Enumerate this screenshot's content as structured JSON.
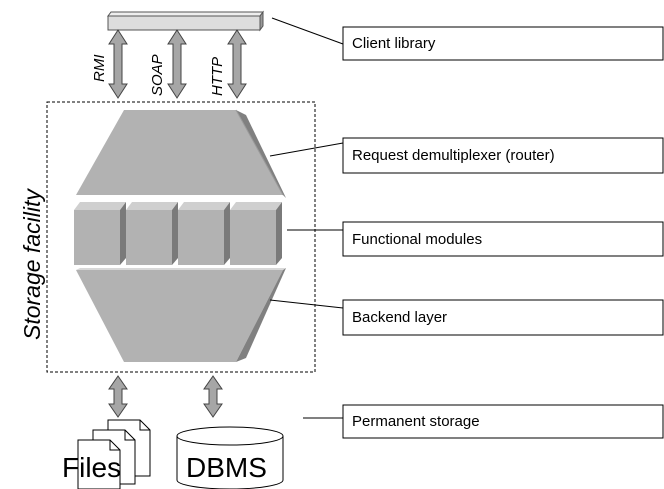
{
  "labels": {
    "client_library": "Client library",
    "request_demux": "Request demultiplexer (router)",
    "functional_modules": "Functional modules",
    "backend_layer": "Backend layer",
    "permanent_storage": "Permanent storage"
  },
  "protocols": [
    "RMI",
    "SOAP",
    "HTTP"
  ],
  "storage_facility": "Storage facility",
  "files": "Files",
  "dbms": "DBMS"
}
